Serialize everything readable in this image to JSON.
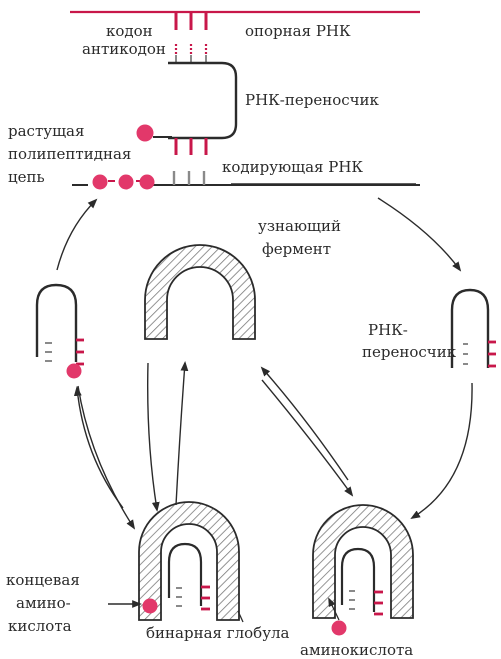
{
  "labels": {
    "codon": "кодон",
    "anticodon": "антикодон",
    "template_rna": "опорная РНК",
    "transfer_rna": "РНК-переносчик",
    "growing_1": "растущая",
    "growing_2": "полипептидная",
    "growing_3": "цепь",
    "coding_rna": "кодирующая РНК",
    "enzyme_1": "узнающий",
    "enzyme_2": "фермент",
    "trna_right_1": "РНК-",
    "trna_right_2": "переносчик",
    "terminal_1": "концевая",
    "terminal_2": "амино-",
    "terminal_3": "кислота",
    "binary_globule": "бинарная глобула",
    "amino_acid": "аминокислота"
  },
  "colors": {
    "red": "#c8174a",
    "pink": "#e2386a",
    "ink": "#2b2b2b",
    "hatch": "#7a7a7a"
  }
}
